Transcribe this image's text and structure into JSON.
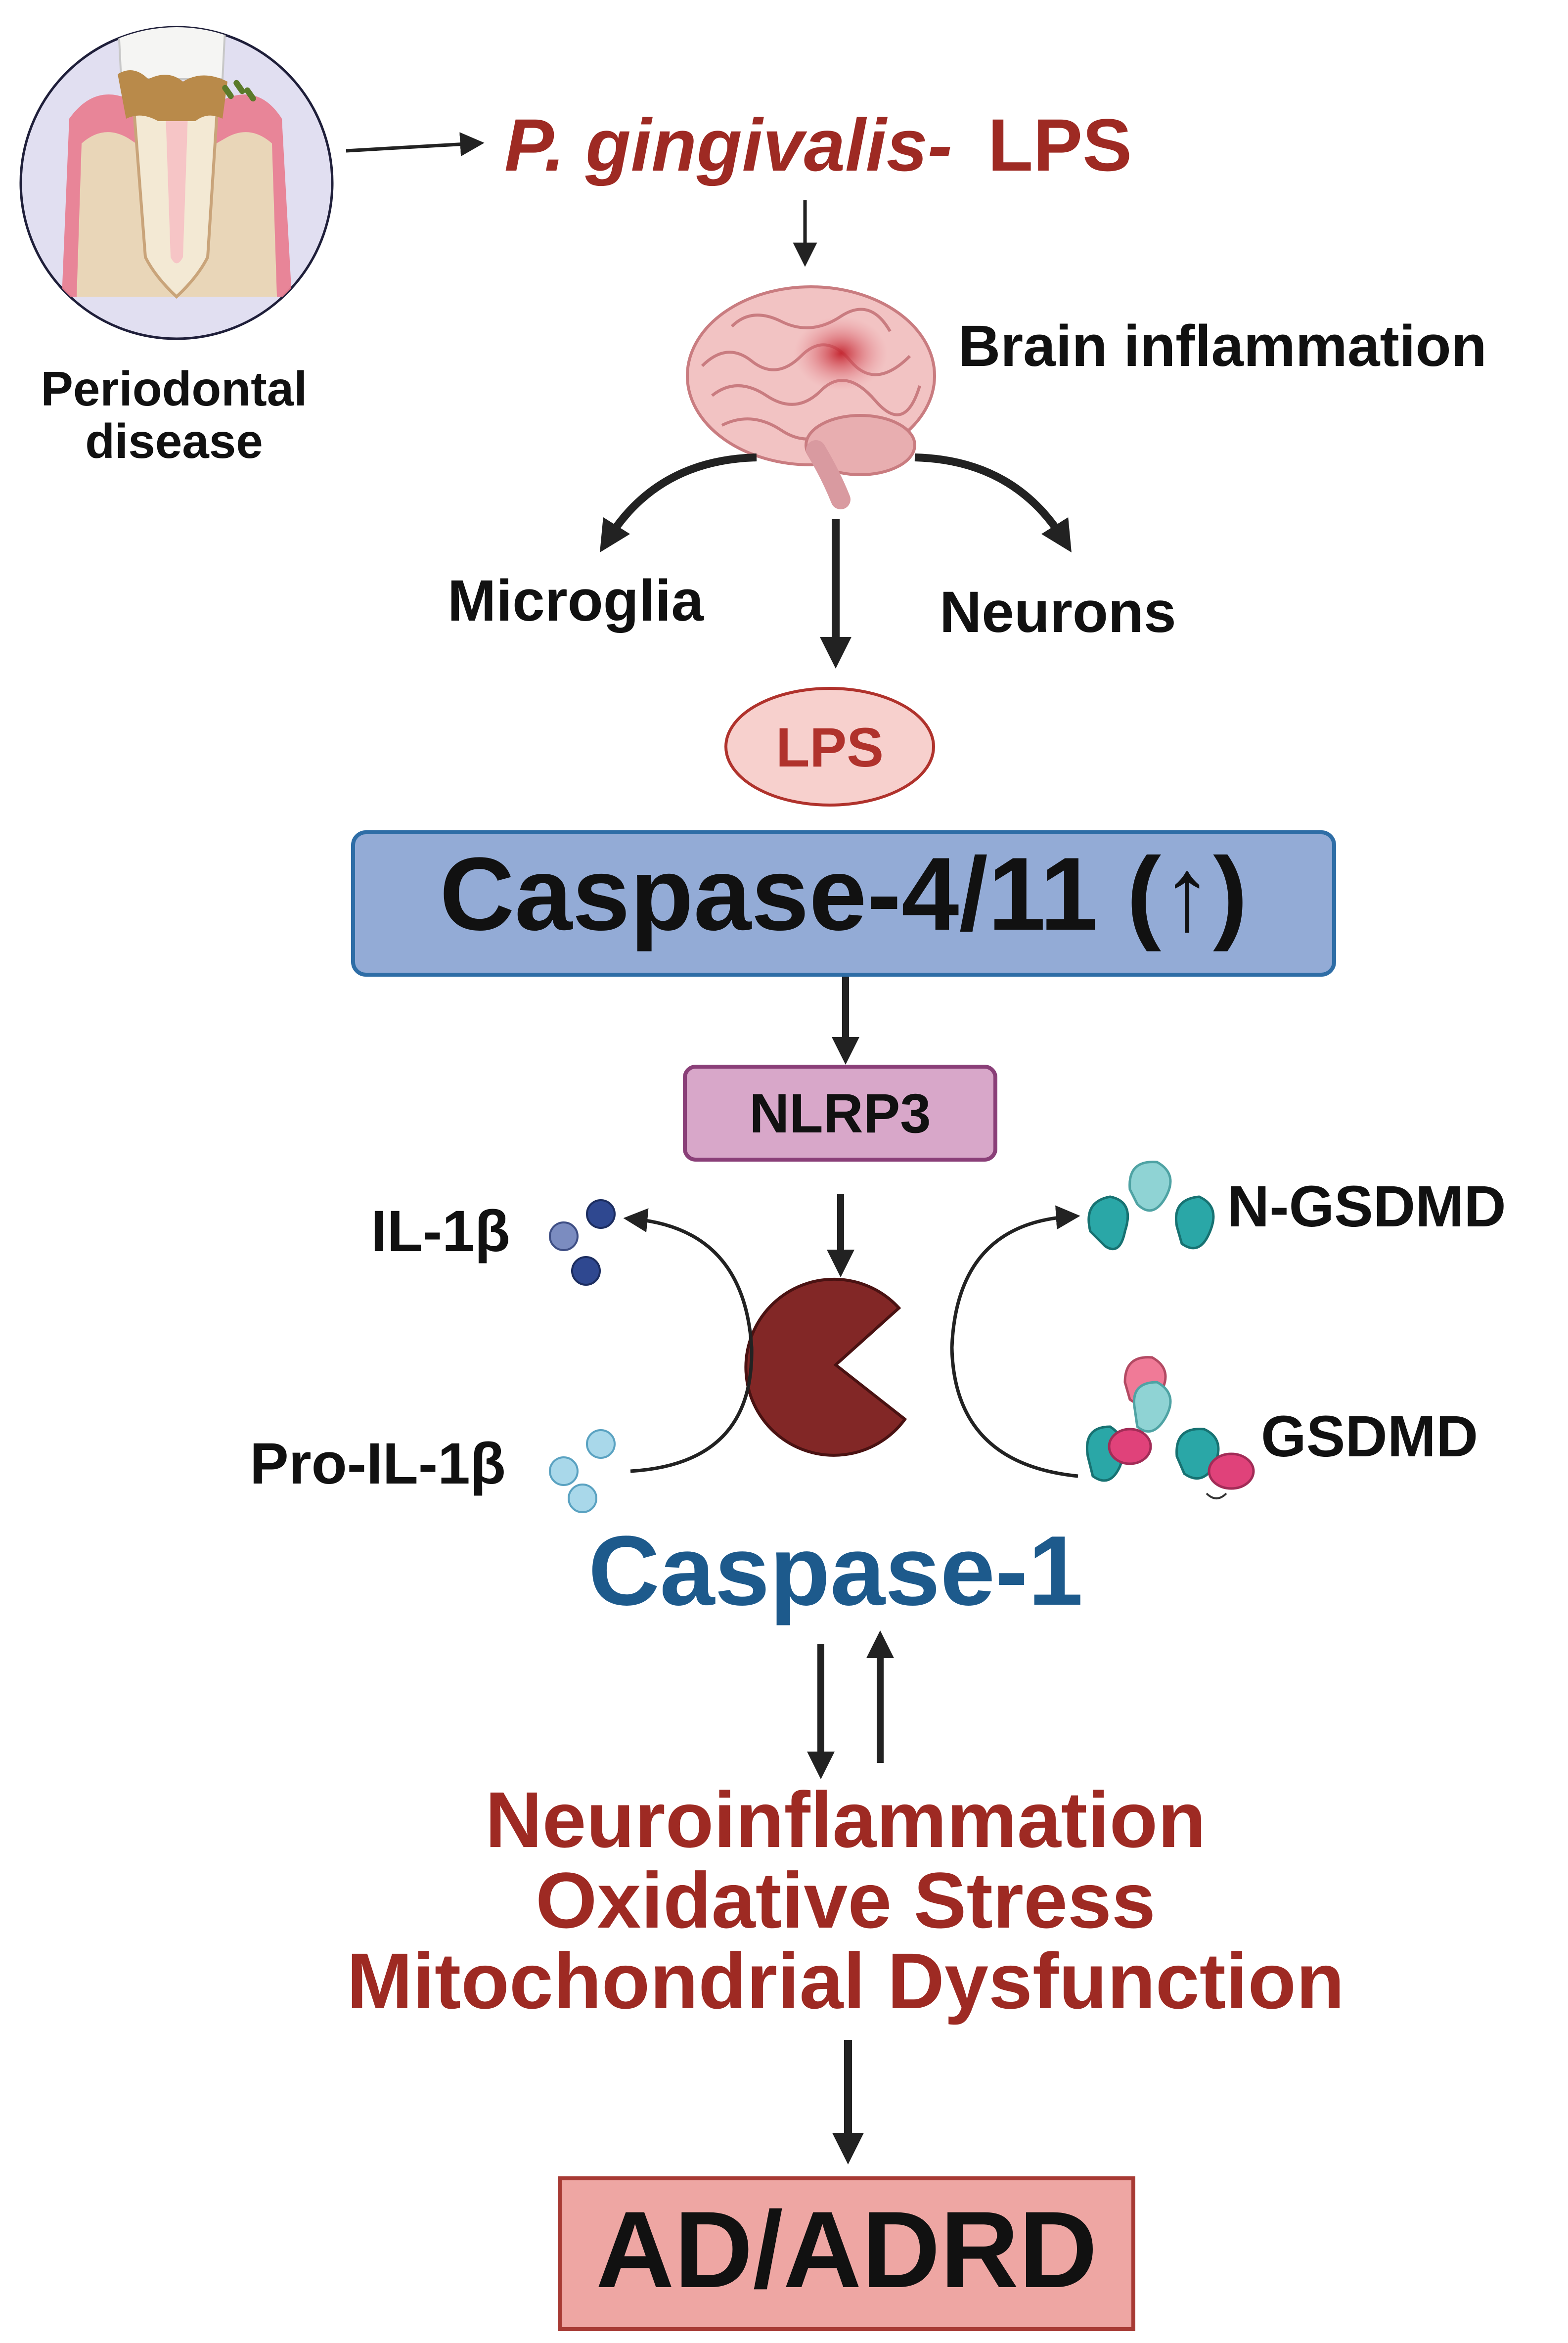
{
  "source": {
    "organism_italic": "P. gingivalis-",
    "molecule": "LPS",
    "periodontal_label_line1": "Periodontal",
    "periodontal_label_line2": "disease"
  },
  "brain": {
    "label": "Brain inflammation",
    "left_target": "Microglia",
    "right_target": "Neurons"
  },
  "pathway": {
    "lps_bubble": "LPS",
    "caspase_4_11": "Caspase-4/11 (↑)",
    "nlrp3": "NLRP3",
    "caspase_1": "Caspase-1"
  },
  "substrates": {
    "il1b": "IL-1β",
    "pro_il1b": "Pro-IL-1β",
    "n_gsdmd": "N-GSDMD",
    "gsdmd": "GSDMD"
  },
  "outcomes": {
    "line1": "Neuroinflammation",
    "line2": "Oxidative Stress",
    "line3": "Mitochondrial Dysfunction",
    "final": "AD/ADRD"
  },
  "colors": {
    "dark_red_text": "#9e2a23",
    "caspase1_blue": "#1d5a8c",
    "caspase_box_fill": "#93abd6",
    "caspase_box_border": "#2e6da6",
    "nlrp3_fill": "#d8a7c9",
    "nlrp3_border": "#8a3f78",
    "lps_fill": "#f7d0cd",
    "lps_border": "#b0322c",
    "ad_fill": "#eea6a3",
    "ad_border": "#a73a34",
    "pacman": "#822726",
    "arrow": "#222222"
  }
}
